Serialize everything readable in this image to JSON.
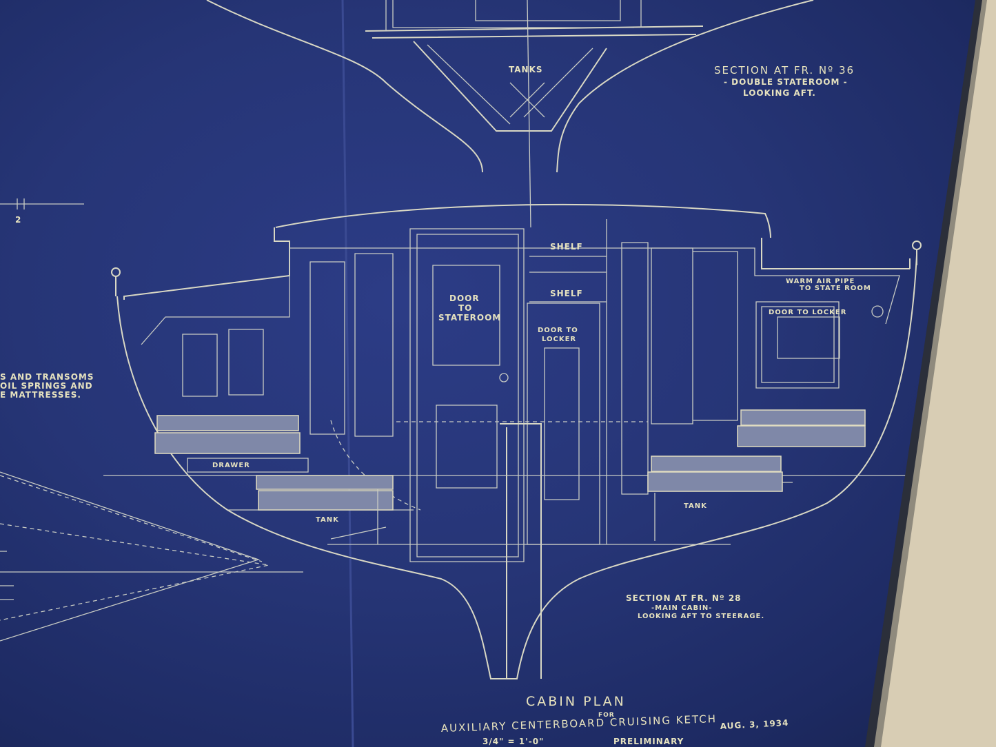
{
  "top_section": {
    "tanks_label": "TANKS",
    "caption": [
      "SECTION AT FR. Nº 36",
      "- DOUBLE STATEROOM -",
      "LOOKING AFT."
    ]
  },
  "scale_mark": "2",
  "left_note": [
    "S AND TRANSOMS",
    "OIL SPRINGS AND",
    "E MATTRESSES."
  ],
  "main_section": {
    "shelf_1": "SHELF",
    "shelf_2": "SHELF",
    "door_stateroom": [
      "DOOR",
      "TO",
      "STATEROOM"
    ],
    "door_locker_center": [
      "DOOR TO",
      "LOCKER"
    ],
    "door_locker_right": "DOOR TO LOCKER",
    "warm_air": [
      "WARM AIR PIPE",
      "TO STATE ROOM"
    ],
    "drawer": "DRAWER",
    "tank_left": "TANK",
    "tank_right": "TANK",
    "caption": [
      "SECTION AT FR. Nº 28",
      "-MAIN CABIN-",
      "LOOKING AFT TO STEERAGE."
    ]
  },
  "title_block": {
    "title": "CABIN PLAN",
    "for": "FOR",
    "subtitle": "AUXILIARY CENTERBOARD CRUISING KETCH",
    "date": "AUG. 3, 1934",
    "scale": "3/4\" = 1'-0\"",
    "status": "PRELIMINARY"
  },
  "colors": {
    "paper": "#263576",
    "ink": "#e6e2bf",
    "frame": "#d8cdb4"
  }
}
